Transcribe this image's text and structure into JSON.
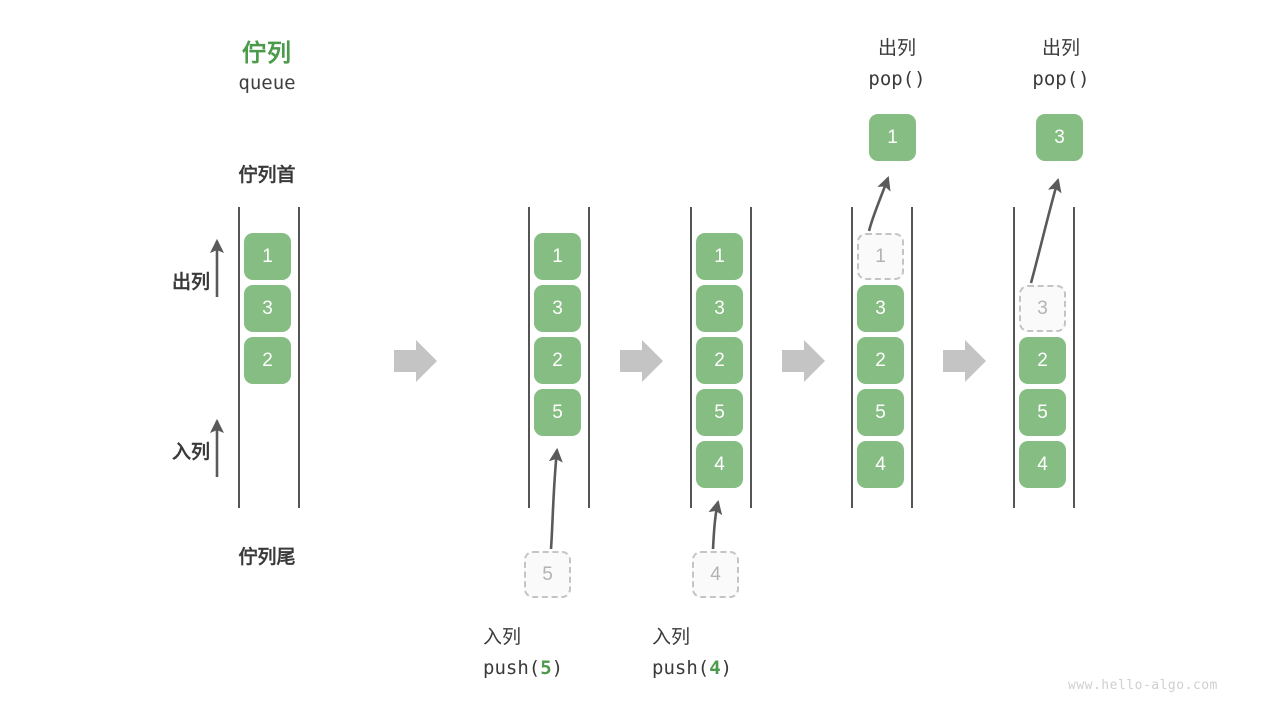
{
  "meta": {
    "watermark": "www.hello-algo.com"
  },
  "header": {
    "title_cn": "佇列",
    "title_en": "queue"
  },
  "annotations": {
    "head_label": "佇列首",
    "tail_label": "佇列尾",
    "dequeue_label": "出列",
    "enqueue_label": "入列"
  },
  "stages": [
    {
      "id": "stage-initial",
      "nodes": [
        {
          "value": "1",
          "state": "solid"
        },
        {
          "value": "3",
          "state": "solid"
        },
        {
          "value": "2",
          "state": "solid"
        }
      ]
    },
    {
      "id": "stage-push-5",
      "nodes": [
        {
          "value": "1",
          "state": "solid"
        },
        {
          "value": "3",
          "state": "solid"
        },
        {
          "value": "2",
          "state": "solid"
        },
        {
          "value": "5",
          "state": "solid"
        }
      ],
      "incoming": {
        "value": "5",
        "state": "ghost"
      },
      "caption_cn": "入列",
      "caption_code_prefix": "push(",
      "caption_code_num": "5",
      "caption_code_suffix": ")"
    },
    {
      "id": "stage-push-4",
      "nodes": [
        {
          "value": "1",
          "state": "solid"
        },
        {
          "value": "3",
          "state": "solid"
        },
        {
          "value": "2",
          "state": "solid"
        },
        {
          "value": "5",
          "state": "solid"
        },
        {
          "value": "4",
          "state": "solid"
        }
      ],
      "incoming": {
        "value": "4",
        "state": "ghost"
      },
      "caption_cn": "入列",
      "caption_code_prefix": "push(",
      "caption_code_num": "4",
      "caption_code_suffix": ")"
    },
    {
      "id": "stage-pop-1",
      "nodes": [
        {
          "value": "1",
          "state": "ghost"
        },
        {
          "value": "3",
          "state": "solid"
        },
        {
          "value": "2",
          "state": "solid"
        },
        {
          "value": "5",
          "state": "solid"
        },
        {
          "value": "4",
          "state": "solid"
        }
      ],
      "outgoing": {
        "value": "1",
        "state": "solid"
      },
      "caption_cn": "出列",
      "caption_code": "pop()"
    },
    {
      "id": "stage-pop-3",
      "nodes": [
        {
          "value": "",
          "state": "empty"
        },
        {
          "value": "3",
          "state": "ghost"
        },
        {
          "value": "2",
          "state": "solid"
        },
        {
          "value": "5",
          "state": "solid"
        },
        {
          "value": "4",
          "state": "solid"
        }
      ],
      "outgoing": {
        "value": "3",
        "state": "solid"
      },
      "caption_cn": "出列",
      "caption_code": "pop()"
    }
  ],
  "flow_arrows": [
    {
      "name": "flow-arrow-1"
    },
    {
      "name": "flow-arrow-2"
    },
    {
      "name": "flow-arrow-3"
    },
    {
      "name": "flow-arrow-4"
    }
  ],
  "colors": {
    "accent_green": "#4c9a4c",
    "node_green": "#86bd83",
    "rail_gray": "#555555",
    "flow_arrow_gray": "#c4c4c4",
    "ghost_gray": "#b3b3b3"
  }
}
